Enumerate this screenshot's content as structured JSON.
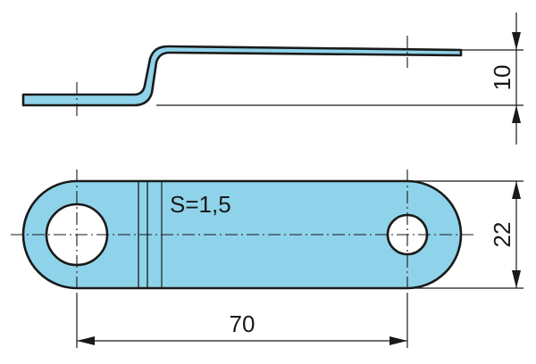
{
  "drawing": {
    "thickness_label": "S=1,5",
    "dimensions": {
      "length": "70",
      "width": "22",
      "height": "10"
    },
    "colors": {
      "part_fill": "#8fd3ea",
      "outline": "#1a1a1a",
      "background": "#ffffff"
    }
  }
}
